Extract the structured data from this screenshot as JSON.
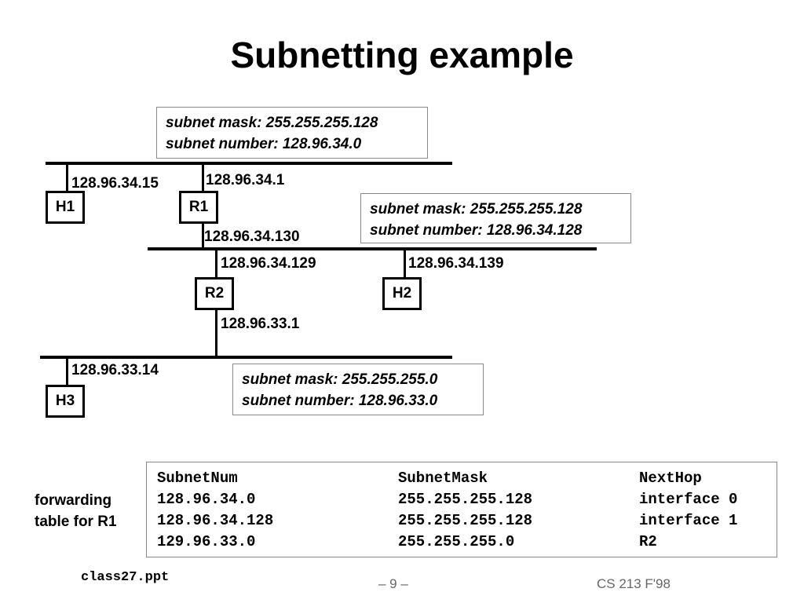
{
  "title": "Subnetting example",
  "subnets": [
    {
      "mask": "subnet mask: 255.255.255.128",
      "number": "subnet number: 128.96.34.0"
    },
    {
      "mask": "subnet mask: 255.255.255.128",
      "number": "subnet number: 128.96.34.128"
    },
    {
      "mask": "subnet mask: 255.255.255.0",
      "number": "subnet number: 128.96.33.0"
    }
  ],
  "nodes": {
    "h1": "H1",
    "r1": "R1",
    "r2": "R2",
    "h2": "H2",
    "h3": "H3"
  },
  "addresses": {
    "h1": "128.96.34.15",
    "r1_top": "128.96.34.1",
    "r1_bottom": "128.96.34.130",
    "r2_top": "128.96.34.129",
    "h2": "128.96.34.139",
    "r2_bottom": "128.96.33.1",
    "h3": "128.96.33.14"
  },
  "forwarding": {
    "caption_line1": "forwarding",
    "caption_line2": "table for R1",
    "headers": [
      "SubnetNum",
      "SubnetMask",
      "NextHop"
    ],
    "rows": [
      [
        "128.96.34.0",
        "255.255.255.128",
        "interface 0"
      ],
      [
        "128.96.34.128",
        "255.255.255.128",
        "interface 1"
      ],
      [
        "129.96.33.0",
        "255.255.255.0",
        "R2"
      ]
    ]
  },
  "footer": {
    "file": "class27.ppt",
    "page": "– 9 –",
    "course": "CS 213 F'98"
  }
}
